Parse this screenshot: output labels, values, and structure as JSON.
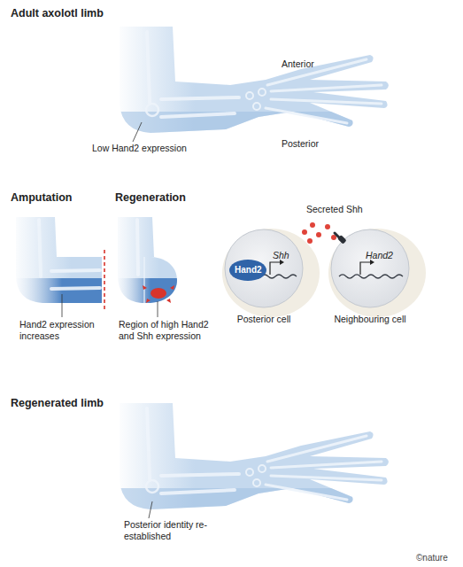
{
  "diagram": {
    "nodes": [
      {
        "text": [
          "Hand2",
          "Shh",
          "Posterior cell"
        ]
      },
      {
        "text": [
          "Hand2",
          "Neighbouring cell"
        ]
      }
    ],
    "labels": [
      "Adult axolotl limb",
      "Anterior",
      "Low Hand2 expression",
      "Posterior",
      "Amputation",
      "Regeneration",
      "Secreted Shh",
      "Hand2 expression increases",
      "Region of high Hand2 and Shh expression",
      "Regenerated limb",
      "Posterior identity re-established",
      "©nature"
    ]
  }
}
